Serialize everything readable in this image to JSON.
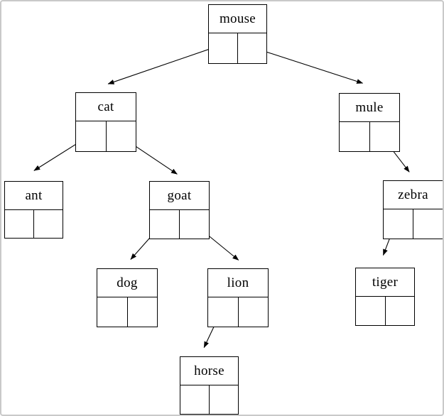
{
  "diagram": {
    "kind": "binary-tree-linked-nodes",
    "colors": {
      "background": "#ffffff",
      "node_border": "#000000",
      "edge_line": "#000000",
      "page_border": "#c9c9c9"
    },
    "root": "mouse",
    "nodes": [
      {
        "label": "mouse"
      },
      {
        "label": "cat"
      },
      {
        "label": "mule"
      },
      {
        "label": "ant"
      },
      {
        "label": "goat"
      },
      {
        "label": "zebra"
      },
      {
        "label": "dog"
      },
      {
        "label": "lion"
      },
      {
        "label": "tiger"
      },
      {
        "label": "horse"
      }
    ],
    "edges": [
      {
        "from": "mouse",
        "pointer": "left",
        "to": "cat"
      },
      {
        "from": "mouse",
        "pointer": "right",
        "to": "mule"
      },
      {
        "from": "cat",
        "pointer": "left",
        "to": "ant"
      },
      {
        "from": "cat",
        "pointer": "right",
        "to": "goat"
      },
      {
        "from": "goat",
        "pointer": "left",
        "to": "dog"
      },
      {
        "from": "goat",
        "pointer": "right",
        "to": "lion"
      },
      {
        "from": "lion",
        "pointer": "left",
        "to": "horse"
      },
      {
        "from": "mule",
        "pointer": "right",
        "to": "zebra"
      },
      {
        "from": "zebra",
        "pointer": "left",
        "to": "tiger"
      }
    ]
  }
}
